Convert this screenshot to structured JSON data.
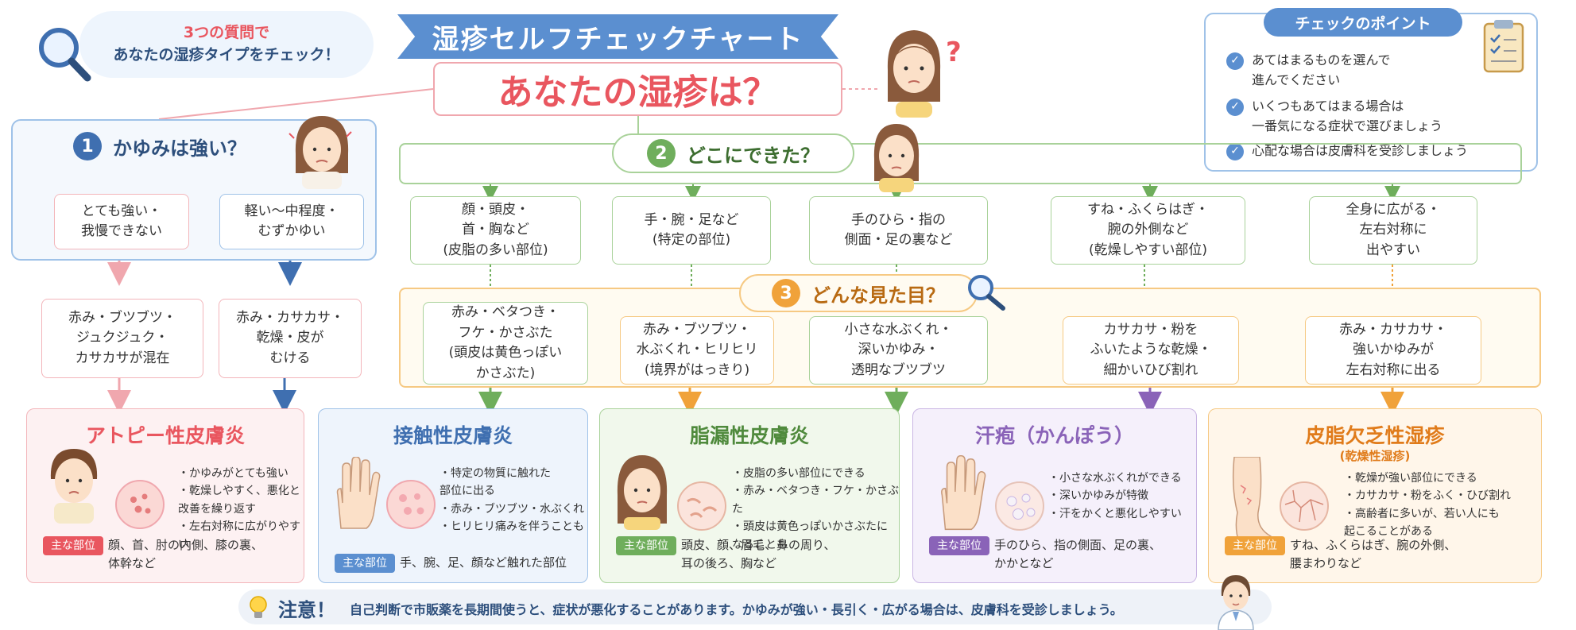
{
  "header": {
    "title": "湿疹セルフチェックチャート",
    "main_question": "あなたの湿疹は？",
    "intro_line1": "3つの質問で",
    "intro_line2": "あなたの湿疹タイプをチェック！"
  },
  "tips": {
    "title": "チェックのポイント",
    "items": [
      "あてはまるものを選んで\n進んでください",
      "いくつもあてはまる場合は\n一番気になる症状で選びましょう",
      "心配な場合は皮膚科を受診しましょう"
    ]
  },
  "q1": {
    "number": "1",
    "title": "かゆみは強い？",
    "options": [
      "とても強い・\n我慢できない",
      "軽い〜中程度・\nむずかゆい"
    ],
    "symptoms": [
      "赤み・ブツブツ・\nジュクジュク・\nカサカサが混在",
      "赤み・カサカサ・\n乾燥・皮が\nむける"
    ]
  },
  "q2": {
    "number": "2",
    "title": "どこにできた？",
    "options": [
      "顔・頭皮・\n首・胸など\n(皮脂の多い部位)",
      "手・腕・足など\n(特定の部位)",
      "手のひら・指の\n側面・足の裏など",
      "すね・ふくらはぎ・\n腕の外側など\n(乾燥しやすい部位)",
      "全身に広がる・\n左右対称に\n出やすい"
    ]
  },
  "q3": {
    "number": "3",
    "title": "どんな見た目？",
    "options": [
      "赤み・ベタつき・\nフケ・かさぶた\n(頭皮は黄色っぽい\nかさぶた)",
      "赤み・ブツブツ・\n水ぶくれ・ヒリヒリ\n(境界がはっきり)",
      "小さな水ぶくれ・\n深いかゆみ・\n透明なブツブツ",
      "カサカサ・粉を\nふいたような乾燥・\n細かいひび割れ",
      "赤み・カサカサ・\n強いかゆみが\n左右対称に出る"
    ]
  },
  "results": [
    {
      "name": "アトピー性皮膚炎",
      "subtitle": "",
      "features": [
        "かゆみがとても強い",
        "乾燥しやすく、悪化と\n改善を繰り返す",
        "左右対称に広がりやすい"
      ],
      "area_label": "主な部位",
      "area": "顔、首、肘の内側、膝の裏、\n体幹など",
      "accent": "#e9565f",
      "bg": "#fdf1f2",
      "border": "#f3b5ba"
    },
    {
      "name": "接触性皮膚炎",
      "subtitle": "",
      "features": [
        "特定の物質に触れた\n部位に出る",
        "赤み・ブツブツ・水ぶくれ",
        "ヒリヒリ痛みを伴うことも"
      ],
      "area_label": "主な部位",
      "area": "手、腕、足、顔など触れた部位",
      "accent": "#3f6fb0",
      "bg": "#eef4fc",
      "border": "#9fc2e8"
    },
    {
      "name": "脂漏性皮膚炎",
      "subtitle": "",
      "features": [
        "皮脂の多い部位にできる",
        "赤み・ベタつき・フケ・かさぶた",
        "頭皮は黄色っぽいかさぶたに\nなることも"
      ],
      "area_label": "主な部位",
      "area": "頭皮、顔、眉毛、鼻の周り、\n耳の後ろ、胸など",
      "accent": "#4f8a3c",
      "bg": "#f1f8ec",
      "border": "#a9d29a"
    },
    {
      "name": "汗疱（かんぽう）",
      "subtitle": "",
      "features": [
        "小さな水ぶくれができる",
        "深いかゆみが特徴",
        "汗をかくと悪化しやすい"
      ],
      "area_label": "主な部位",
      "area": "手のひら、指の側面、足の裏、\nかかとなど",
      "accent": "#8a63b8",
      "bg": "#f5f0fb",
      "border": "#c9b5e3"
    },
    {
      "name": "皮脂欠乏性湿疹",
      "subtitle": "(乾燥性湿疹)",
      "features": [
        "乾燥が強い部位にできる",
        "カサカサ・粉をふく・ひび割れ",
        "高齢者に多いが、若い人にも\n起こることがある"
      ],
      "area_label": "主な部位",
      "area": "すね、ふくらはぎ、腕の外側、\n腰まわりなど",
      "accent": "#e07b1a",
      "bg": "#fff6ea",
      "border": "#f6c983"
    }
  ],
  "notice": {
    "title": "注意！",
    "text": "自己判断で市販薬を長期間使うと、症状が悪化することがあります。かゆみが強い・長引く・広がる場合は、皮膚科を受診しましょう。"
  },
  "icons": {
    "magnifier": "magnifier-icon",
    "clipboard": "clipboard-icon",
    "check": "check-icon",
    "lightbulb": "lightbulb-icon",
    "question": "question-mark-icon"
  },
  "colors": {
    "blue": "#5b8fd0",
    "pink": "#e9565f",
    "green": "#6fae5c",
    "orange": "#f0a23a",
    "purple": "#8a63b8"
  }
}
